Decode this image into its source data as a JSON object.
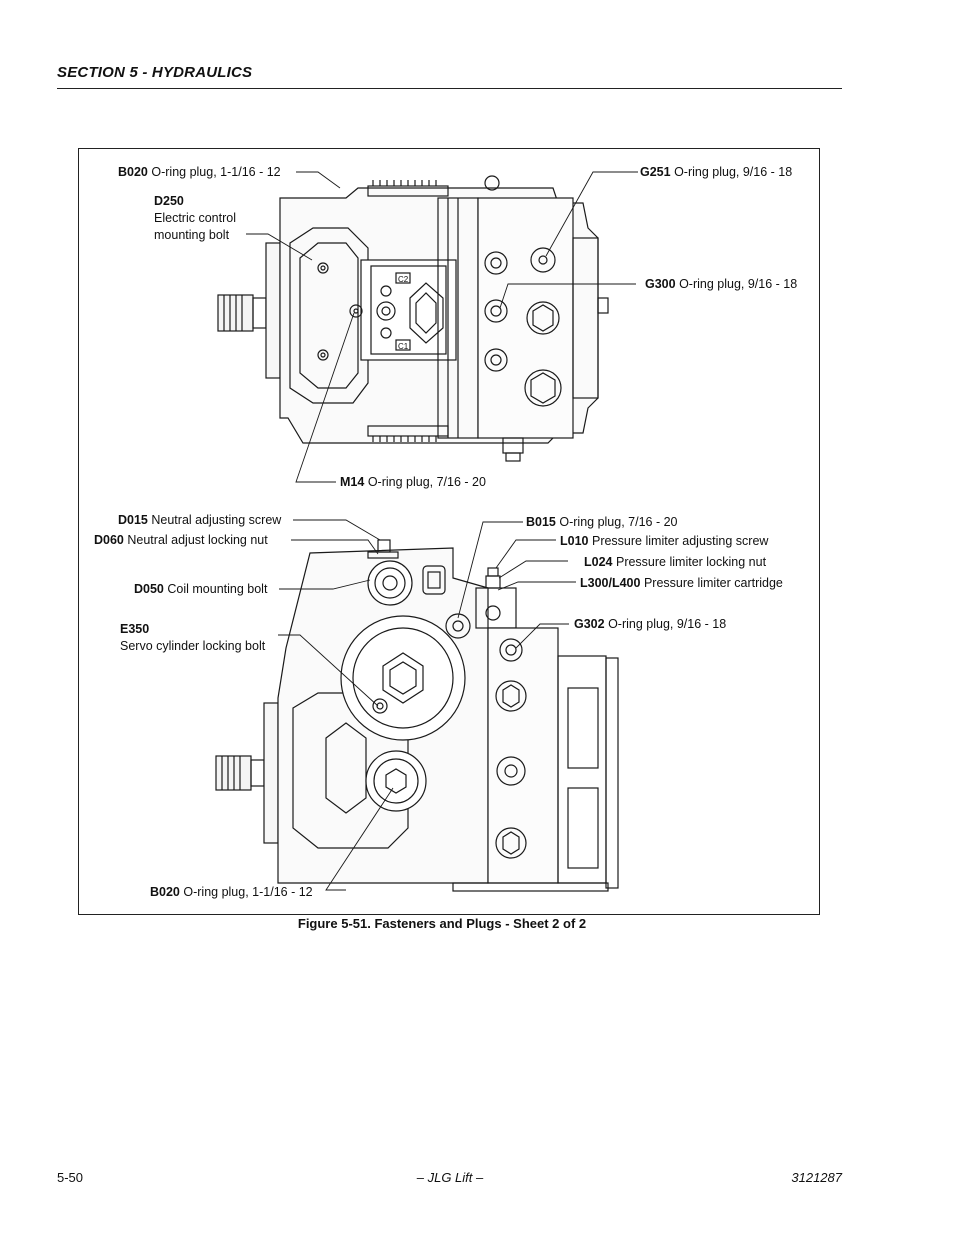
{
  "header": {
    "section_title": "SECTION 5 - HYDRAULICS"
  },
  "figure": {
    "caption": "Figure 5-51.  Fasteners and Plugs - Sheet 2 of 2",
    "top_view_callouts": [
      {
        "code": "B020",
        "text": "O-ring plug, 1-1/16 - 12"
      },
      {
        "code": "D250",
        "text": "Electric control",
        "text2": "mounting bolt"
      },
      {
        "code": "G251",
        "text": "O-ring plug, 9/16 - 18"
      },
      {
        "code": "G300",
        "text": "O-ring plug, 9/16 - 18"
      },
      {
        "code": "M14",
        "text": "O-ring plug, 7/16 - 20"
      }
    ],
    "side_view_callouts": [
      {
        "code": "D015",
        "text": "Neutral adjusting screw"
      },
      {
        "code": "D060",
        "text": "Neutral adjust locking nut"
      },
      {
        "code": "D050",
        "text": "Coil mounting bolt"
      },
      {
        "code": "E350",
        "text": "Servo cylinder locking bolt"
      },
      {
        "code": "B015",
        "text": "O-ring plug, 7/16 - 20"
      },
      {
        "code": "L010",
        "text": "Pressure limiter adjusting screw"
      },
      {
        "code": "L024",
        "text": "Pressure limiter locking nut"
      },
      {
        "code": "L300/L400",
        "text": "Pressure limiter cartridge"
      },
      {
        "code": "G302",
        "text": "O-ring plug, 9/16 - 18"
      },
      {
        "code": "B020",
        "text": "O-ring plug, 1-1/16 - 12"
      }
    ],
    "part_markings": {
      "c2": "C2",
      "c1": "C1"
    }
  },
  "footer": {
    "page_number": "5-50",
    "brand": "– JLG Lift –",
    "doc_number": "3121287"
  }
}
